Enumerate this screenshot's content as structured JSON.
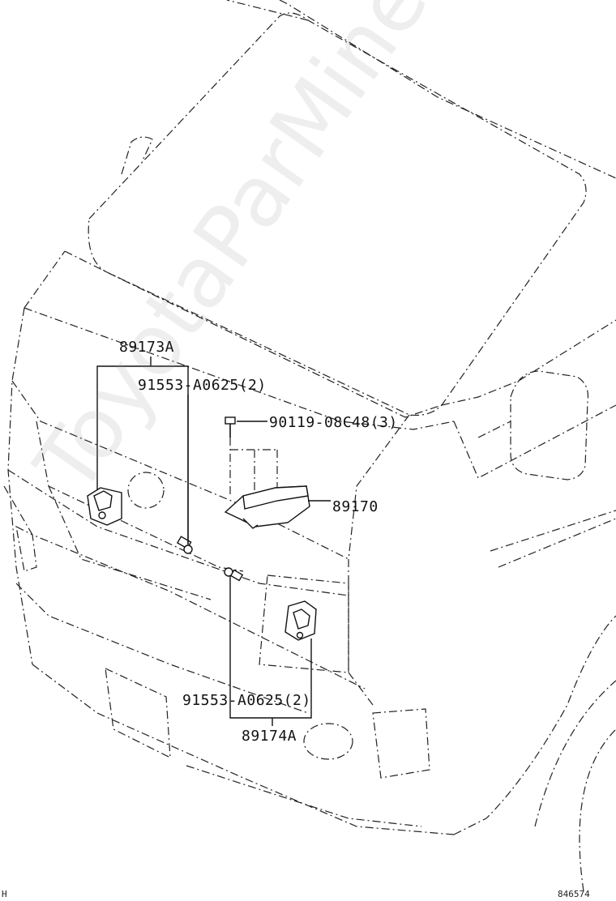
{
  "labels": {
    "sensor_left": "89173A",
    "bolt_upper": "91553-A0625(2)",
    "screw": "90119-08C48(3)",
    "ecu": "89170",
    "bolt_lower": "91553-A0625(2)",
    "sensor_right": "89174A"
  },
  "watermark": "ToyotaParMine.ru",
  "corner_left": "H",
  "drawing_number": "846574"
}
